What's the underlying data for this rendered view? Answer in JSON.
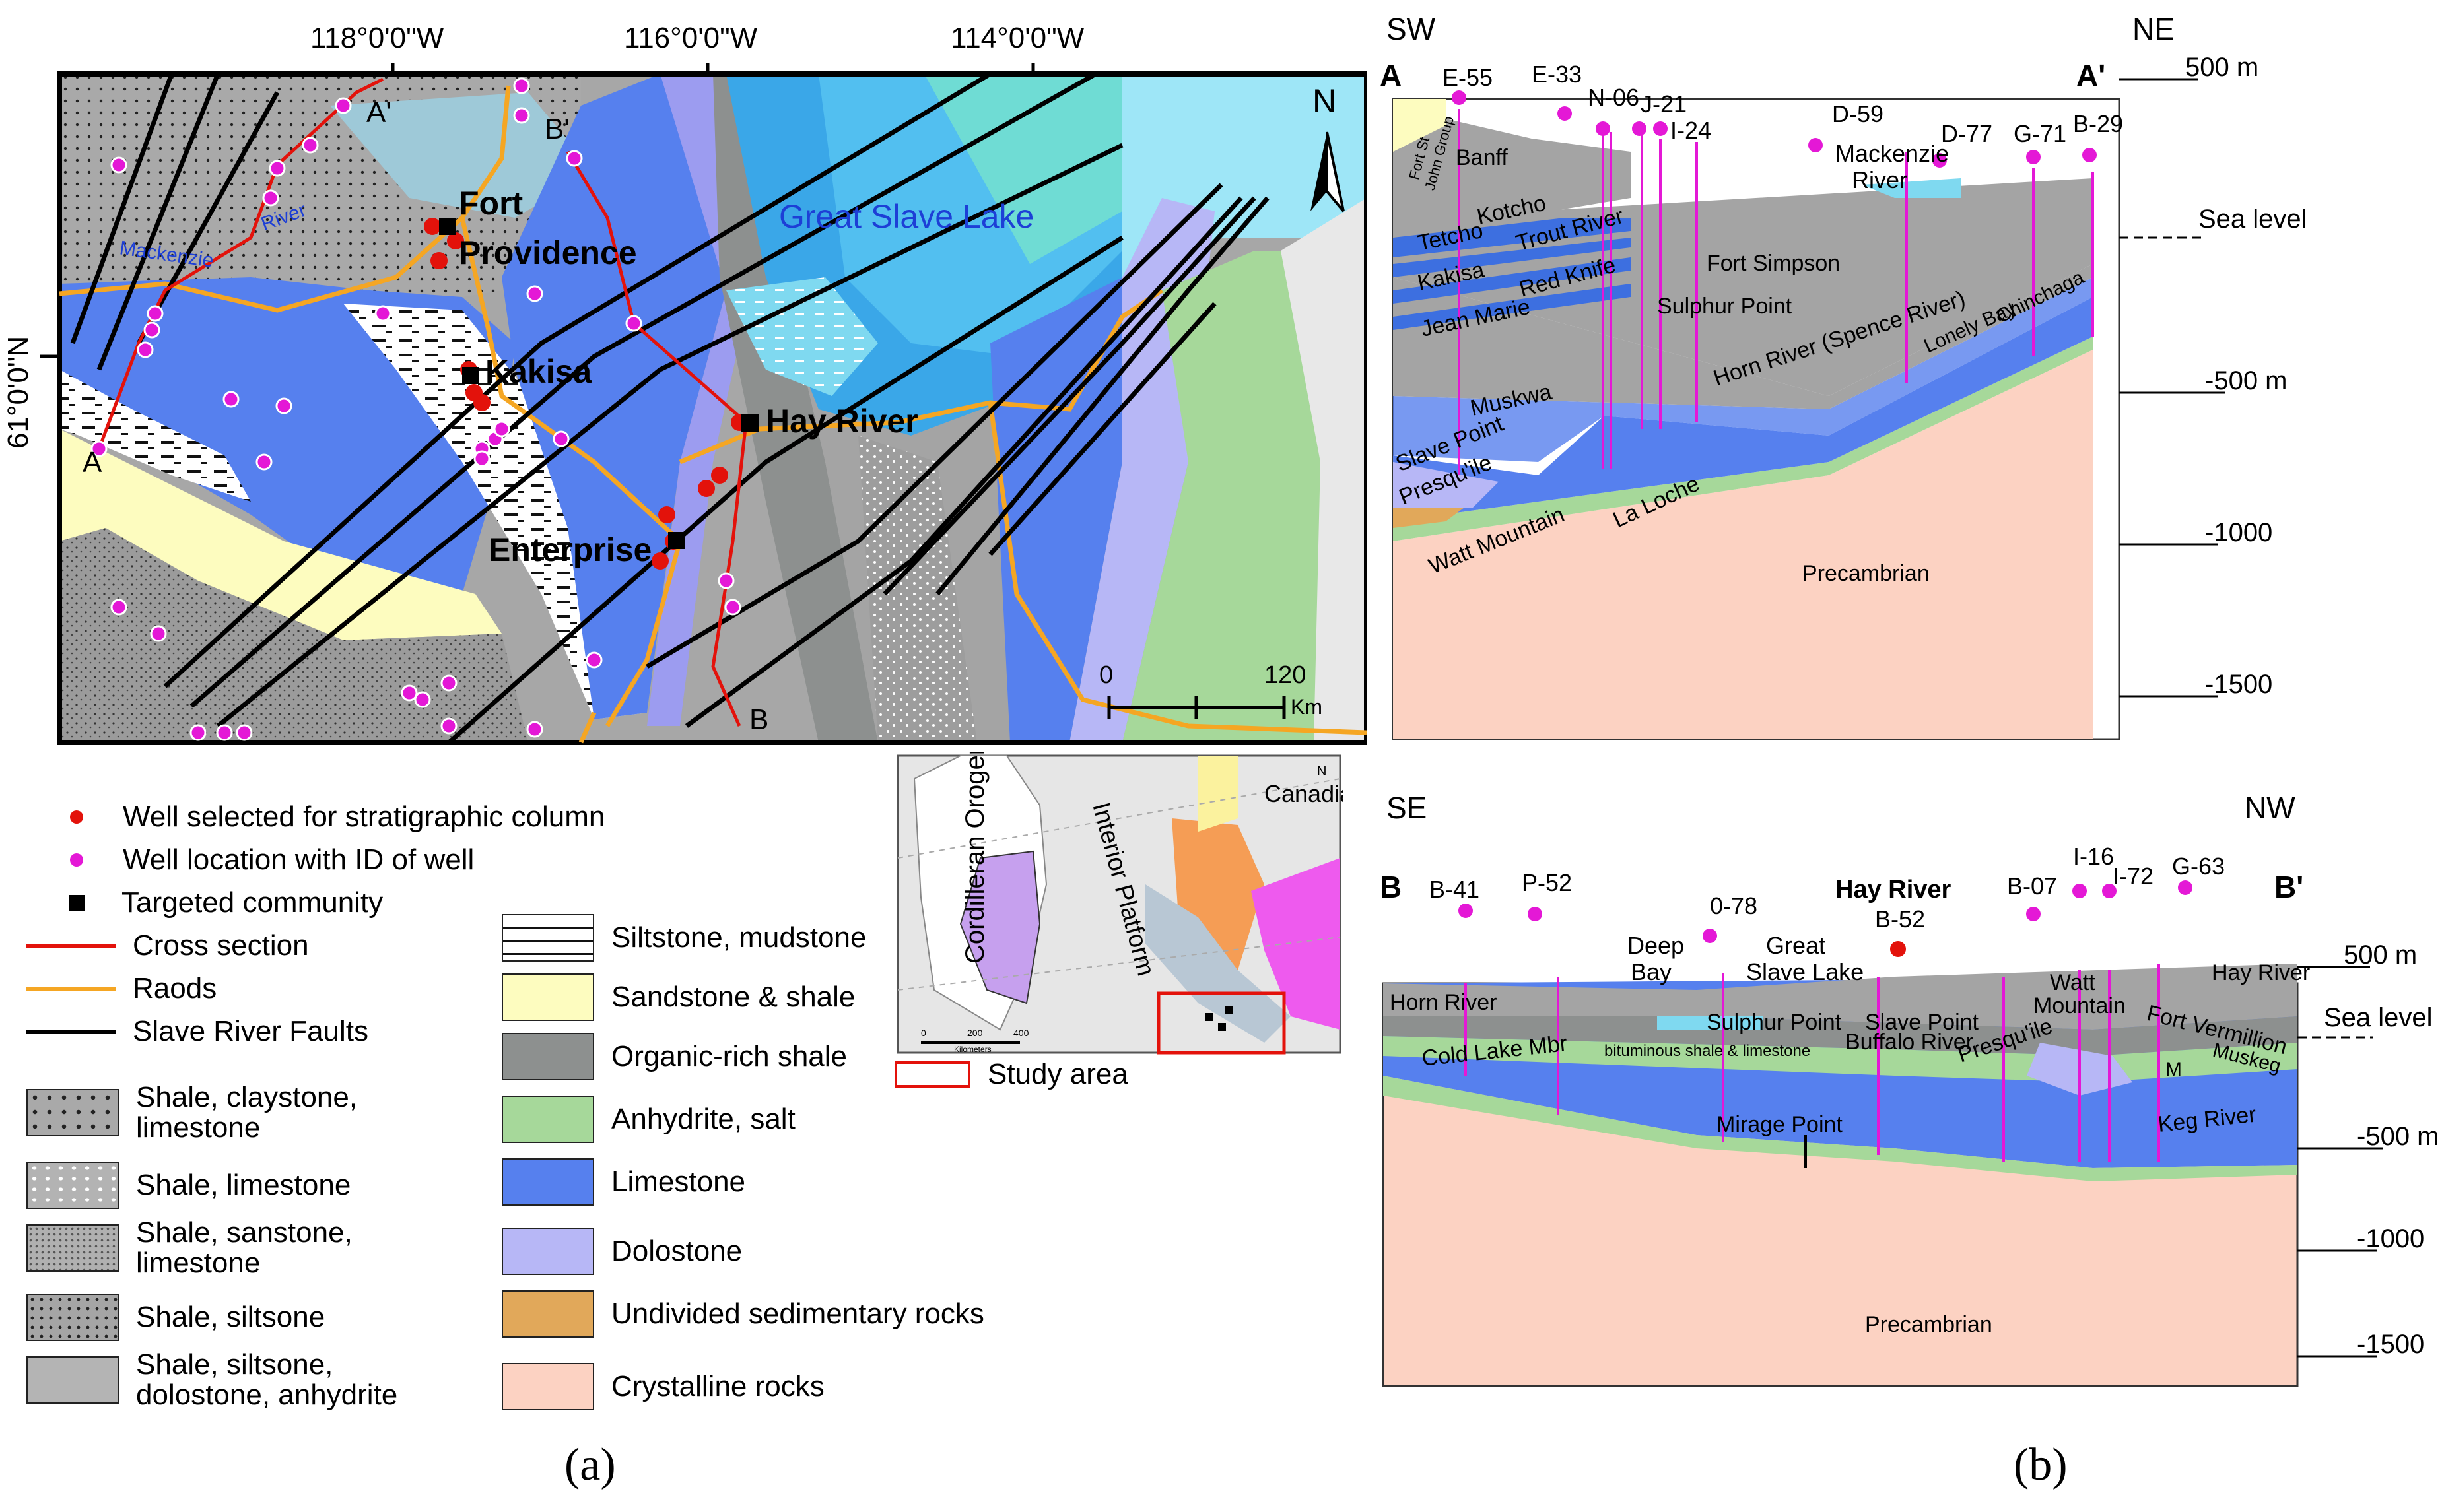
{
  "map": {
    "lon_labels": [
      "118°0'0\"W",
      "116°0'0\"W",
      "114°0'0\"W"
    ],
    "lat_label": "61°0'0\"N",
    "north": "N",
    "water_labels": {
      "lake": "Great Slave Lake",
      "river": "Mackenzie",
      "river2": "River"
    },
    "places": {
      "fort1": "Fort",
      "fort2": "Providence",
      "kakisa": "Kakisa",
      "hay": "Hay River",
      "enterprise": "Enterprise"
    },
    "section_labels": {
      "a": "A",
      "a_prime": "A'",
      "b_prime": "B'",
      "b": "B"
    },
    "scalebar": {
      "zero": "0",
      "max": "120",
      "unit": "Km"
    }
  },
  "inset": {
    "cordilleran": "Cordilleran Orogen",
    "interior": "Interior Platform",
    "shield": "Canadian Shield",
    "north": "N",
    "scale_ticks": [
      "0",
      "200",
      "400"
    ],
    "scale_unit": "Kilometers"
  },
  "legend_left": [
    {
      "label": "Well selected for stratigraphic column",
      "icon": "red-dot",
      "color": "#e3120b"
    },
    {
      "label": "Well location with ID of well",
      "icon": "magenta-dot",
      "color": "#e418d6"
    },
    {
      "label": "Targeted community",
      "icon": "black-square",
      "color": "#000000"
    },
    {
      "label": "Cross section",
      "icon": "red-line",
      "color": "#e3120b"
    },
    {
      "label": "Raods",
      "icon": "orange-line",
      "color": "#f5a623"
    },
    {
      "label": "Slave River Faults",
      "icon": "black-line",
      "color": "#000000"
    }
  ],
  "legend_litho_left": [
    {
      "label1": "Shale, claystone,",
      "label2": "limestone",
      "color": "#a9a9a9"
    },
    {
      "label1": "Shale, limestone",
      "label2": "",
      "color": "#b8b8b8"
    },
    {
      "label1": "Shale, sanstone,",
      "label2": "limestone",
      "color": "#b0b0b0"
    },
    {
      "label1": "Shale, siltsone",
      "label2": "",
      "color": "#a5a5a5"
    },
    {
      "label1": "Shale, siltsone,",
      "label2": "dolostone, anhydrite",
      "color": "#b4b4b4"
    }
  ],
  "legend_litho_right": [
    {
      "label": "Siltstone, mudstone",
      "color": "#ffffff"
    },
    {
      "label": "Sandstone & shale",
      "color": "#fdfcbf"
    },
    {
      "label": "Organic-rich shale",
      "color": "#8d908f"
    },
    {
      "label": "Anhydrite, salt",
      "color": "#a6d89a"
    },
    {
      "label": "Limestone",
      "color": "#5680ee"
    },
    {
      "label": "Dolostone",
      "color": "#b7b7f6"
    },
    {
      "label": "Undivided sedimentary rocks",
      "color": "#e1a85a"
    },
    {
      "label": "Crystalline rocks",
      "color": "#fcd2c2"
    }
  ],
  "study_area": "Study area",
  "section_a": {
    "sw": "SW",
    "ne": "NE",
    "a": "A",
    "a_prime": "A'",
    "wells": [
      "E-55",
      "E-33",
      "N-06",
      "J-21",
      "I-24",
      "D-59",
      "D-77",
      "G-71",
      "B-29"
    ],
    "river1": "Mackenzie",
    "river2": "River",
    "depth_labels": [
      "500 m",
      "Sea level",
      "-500 m",
      "-1000",
      "-1500"
    ],
    "units": {
      "fsj1": "Fort St",
      "fsj2": "John Group",
      "banff": "Banff",
      "kotcho": "Kotcho",
      "tetcho": "Tetcho",
      "trout": "Trout River",
      "kakisa": "Kakisa",
      "redknife": "Red Knife",
      "fortsimpson": "Fort Simpson",
      "jeanmarie": "Jean Marie",
      "sulphur": "Sulphur Point",
      "horn": "Horn River (Spence River)",
      "lonely": "Lonely Bay",
      "chinchaga": "Chinchaga",
      "muskwa": "Muskwa",
      "slavept": "Slave Point",
      "presquile": "Presqu'ile",
      "watt": "Watt Mountain",
      "laloche": "La Loche",
      "precambrian": "Precambrian"
    }
  },
  "section_b": {
    "se": "SE",
    "nw": "NW",
    "b": "B",
    "b_prime": "B'",
    "wells": [
      "B-41",
      "P-52",
      "0-78",
      "B-07",
      "I-16",
      "I-72",
      "G-63"
    ],
    "hay_title": "Hay River",
    "hay_well": "B-52",
    "deep1": "Deep",
    "deep2": "Bay",
    "gsl1": "Great",
    "gsl2": "Slave Lake",
    "depth_labels": [
      "500 m",
      "Sea level",
      "-500 m",
      "-1000",
      "-1500"
    ],
    "units": {
      "horn": "Horn River",
      "cold": "Cold Lake Mbr",
      "bitum": "bituminous shale & limestone",
      "sulphur": "Sulphur Point",
      "buffalo": "Buffalo River",
      "slavept": "Slave Point",
      "presquile": "Presqu'ile",
      "watt1": "Watt",
      "watt2": "Mountain",
      "hayriver": "Hay River",
      "fortverm": "Fort Vermillion",
      "muskeg": "Muskeg",
      "keg": "Keg River",
      "mirage": "Mirage Point",
      "m": "M",
      "precambrian": "Precambrian"
    }
  },
  "captions": {
    "a": "(a)",
    "b": "(b)"
  }
}
